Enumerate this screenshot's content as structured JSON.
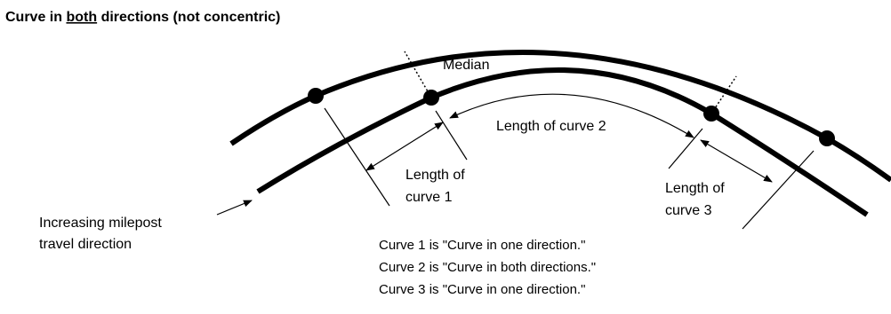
{
  "title": {
    "before": "Curve in ",
    "emphasis": "both",
    "after": " directions (not concentric)"
  },
  "labels": {
    "median": "Median",
    "curve1_line1": "Length of",
    "curve1_line2": "curve 1",
    "curve2": "Length of curve 2",
    "curve3_line1": "Length of",
    "curve3_line2": "curve 3",
    "milepost_line1": "Increasing milepost",
    "milepost_line2": "travel direction"
  },
  "notes": [
    "Curve 1 is \"Curve in one direction.\"",
    "Curve 2 is \"Curve in both directions.\"",
    "Curve 3 is \"Curve in one direction.\""
  ]
}
